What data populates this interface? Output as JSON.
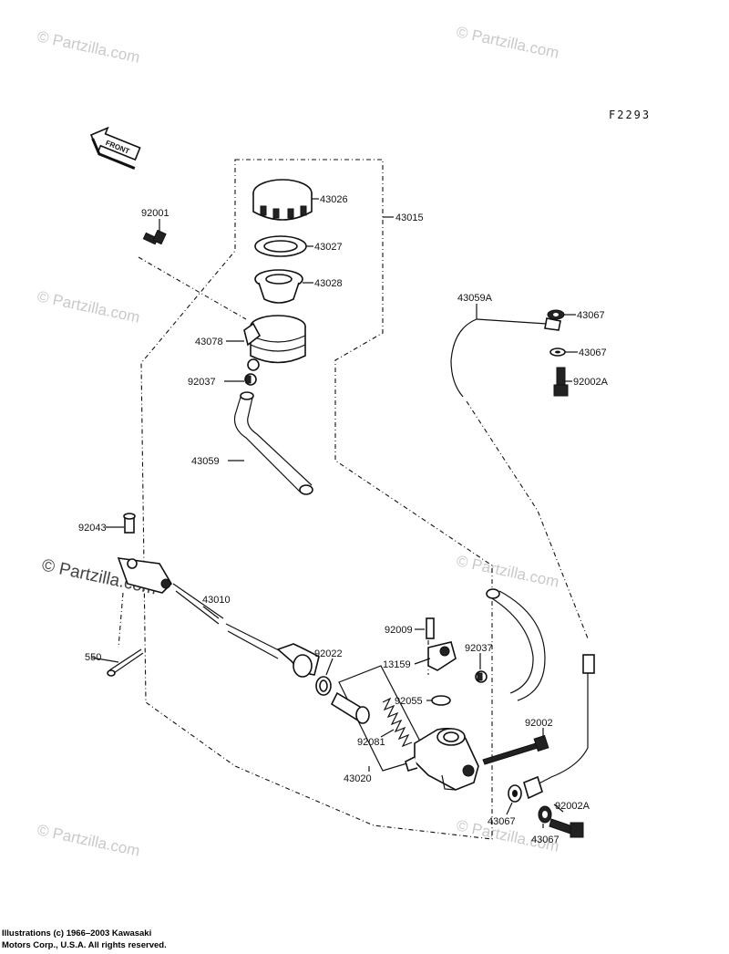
{
  "figure_code": "F2293",
  "front_arrow": "FRONT",
  "watermark": "© Partzilla.com",
  "copyright_line1": "Illustrations (c) 1966–2003 Kawasaki",
  "copyright_line2": "Motors Corp., U.S.A.  All rights reserved.",
  "parts": {
    "p43026": "43026",
    "p43015": "43015",
    "p92001": "92001",
    "p43027": "43027",
    "p43028": "43028",
    "p43078": "43078",
    "p92037a": "92037",
    "p43059": "43059",
    "p43059A": "43059A",
    "p43067a": "43067",
    "p43067b": "43067",
    "p92002A_top": "92002A",
    "p92043": "92043",
    "p43010": "43010",
    "p550": "550",
    "p92022": "92022",
    "p92009": "92009",
    "p13159": "13159",
    "p92037b": "92037",
    "p92055": "92055",
    "p92081": "92081",
    "p43020": "43020",
    "p92002": "92002",
    "p43067c": "43067",
    "p92002A_bot": "92002A",
    "p43067d": "43067"
  }
}
